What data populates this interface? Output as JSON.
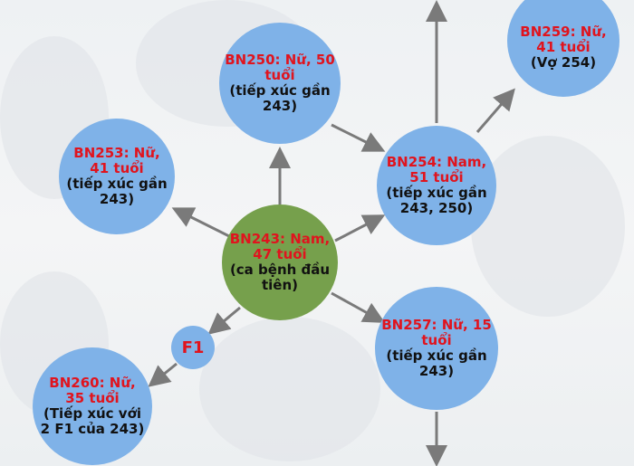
{
  "nodes": {
    "bn243": {
      "title": "BN243: Nam, 47 tuổi",
      "note": "(ca bệnh đầu tiên)"
    },
    "bn250": {
      "title": "BN250: Nữ, 50 tuổi",
      "note": "(tiếp xúc gần 243)"
    },
    "bn253": {
      "title": "BN253: Nữ, 41 tuổi",
      "note": "(tiếp xúc gần 243)"
    },
    "bn254": {
      "title": "BN254: Nam, 51 tuổi",
      "note": "(tiếp xúc gần 243, 250)"
    },
    "bn259": {
      "title": "BN259: Nữ, 41 tuổi",
      "note": "(Vợ 254)"
    },
    "bn257": {
      "title": "BN257: Nữ, 15 tuổi",
      "note": "(tiếp xúc gần 243)"
    },
    "f1": {
      "title": "F1"
    },
    "bn260": {
      "title": "BN260: Nữ, 35 tuổi",
      "note": "(Tiếp xúc với 2 F1 của 243)"
    }
  },
  "colors": {
    "case": "#7fb2e8",
    "root": "#76a04c",
    "highlight": "#e0141e",
    "arrow": "#7a7a7a"
  }
}
